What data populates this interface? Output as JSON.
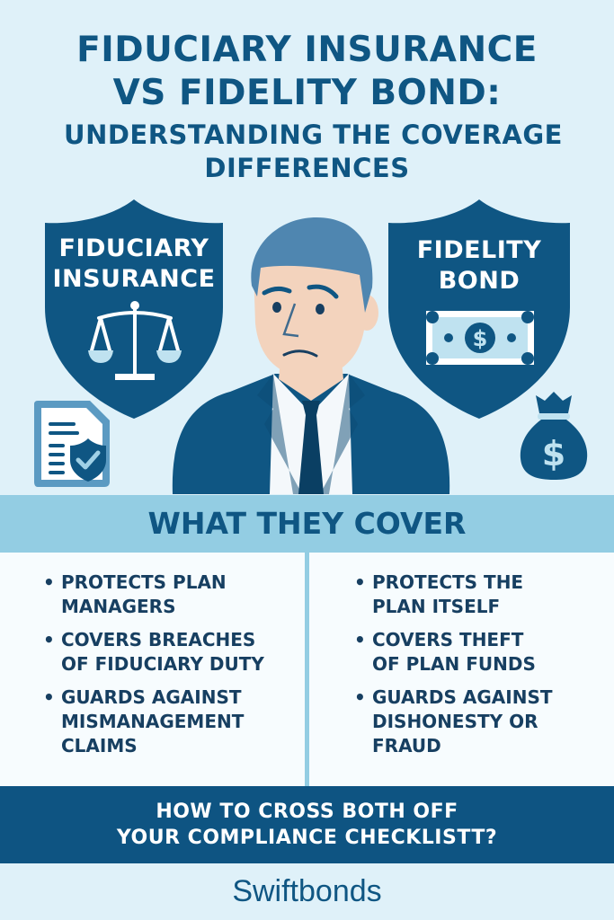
{
  "title": {
    "line1": "FIDUCIARY INSURANCE",
    "line2": "VS FIDELITY BOND:",
    "line3": "UNDERSTANDING THE COVERAGE",
    "line4": "DIFFERENCES"
  },
  "shields": {
    "left": {
      "line1": "FIDUCIARY",
      "line2": "INSURANCE",
      "icon": "scales-of-justice-icon"
    },
    "right": {
      "line1": "FIDELITY",
      "line2": "BOND",
      "icon": "dollar-bill-icon"
    }
  },
  "icons": {
    "bottom_left": "document-shield-check-icon",
    "bottom_right": "money-bag-icon",
    "center": "worried-businessman-illustration"
  },
  "coverage": {
    "heading": "WHAT THEY COVER",
    "fiduciary_insurance": [
      {
        "bullet": "•",
        "line1": "PROTECTS PLAN",
        "line2": "MANAGERS"
      },
      {
        "bullet": "•",
        "line1": "COVERS BREACHES",
        "line2": "OF FIDUCIARY DUTY"
      },
      {
        "bullet": "•",
        "line1": "GUARDS AGAINST",
        "line2": "MISMANAGEMENT",
        "line3": "CLAIMS"
      }
    ],
    "fidelity_bond": [
      {
        "bullet": "•",
        "line1": "PROTECTS THE",
        "line2": "PLAN ITSELF"
      },
      {
        "bullet": "•",
        "line1": "COVERS THEFT",
        "line2": "OF PLAN FUNDS"
      },
      {
        "bullet": "•",
        "line1": "GUARDS AGAINST",
        "line2": "DISHONESTY OR",
        "line3": "FRAUD"
      }
    ]
  },
  "cta": {
    "line1": "HOW TO CROSS BOTH OFF",
    "line2": "YOUR COMPLIANCE CHECKLISTT?"
  },
  "brand": {
    "name": "Swiftbonds"
  },
  "colors": {
    "background": "#dff1f9",
    "primary_dark": "#0f5683",
    "band_light": "#93cde3",
    "panel": "#f7fcfe",
    "text_dark": "#173f61",
    "white": "#ffffff"
  }
}
